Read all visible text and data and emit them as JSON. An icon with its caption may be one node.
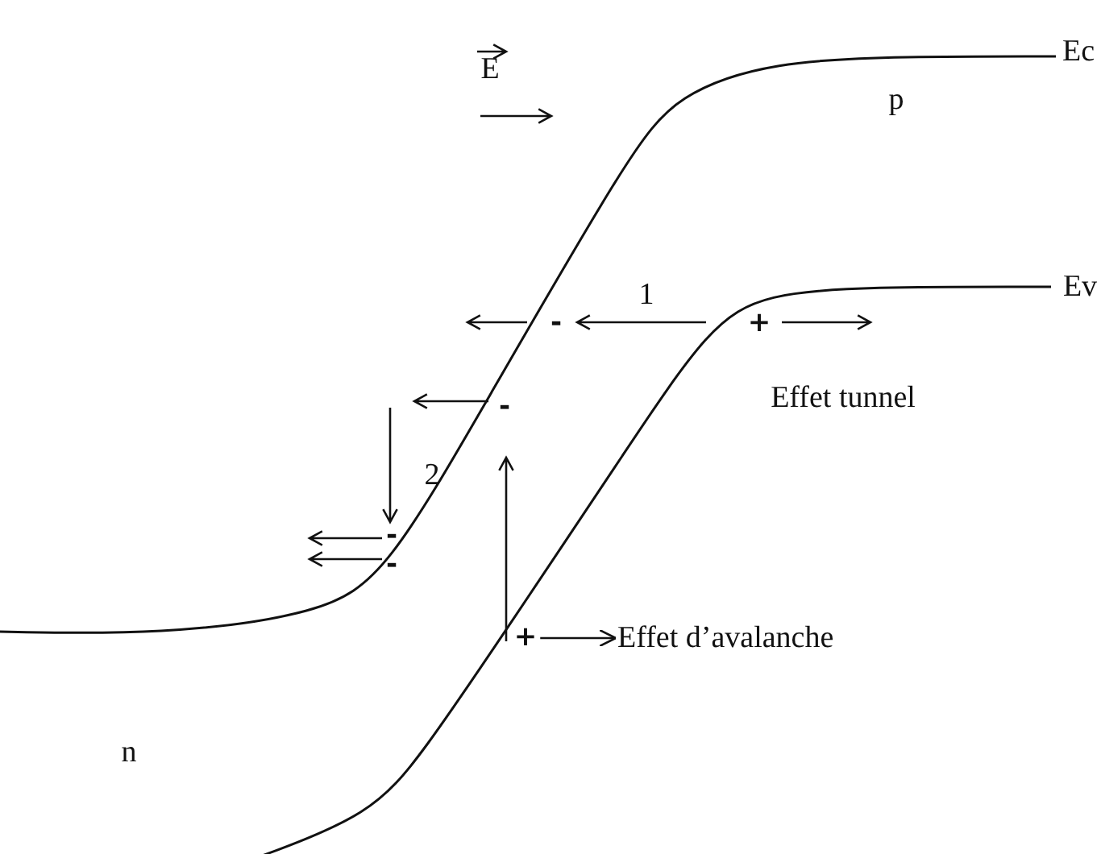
{
  "diagram": {
    "nodes": [
      {
        "text": [
          "+"
        ]
      },
      {
        "text": [
          "Effet d’avalanche"
        ]
      }
    ],
    "edges": [
      {
        "from": 0,
        "to": 1,
        "arrow": "to"
      }
    ],
    "labels": [
      "E",
      "Ec",
      "p",
      "Ev",
      "1",
      "-",
      "+",
      "Effet tunnel",
      "-",
      "2",
      "-",
      "-",
      "n"
    ]
  }
}
